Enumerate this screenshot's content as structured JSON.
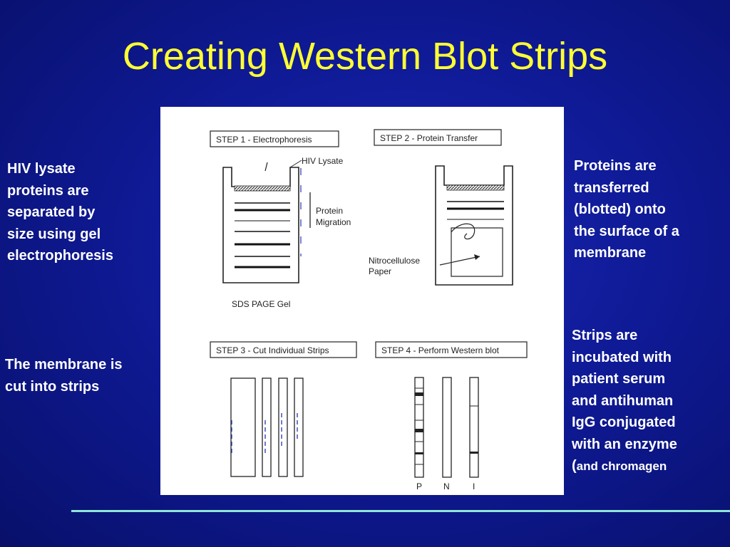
{
  "title": "Creating Western Blot Strips",
  "captions": {
    "left_top": "HIV lysate\nproteins are\nseparated by\nsize using gel\nelectrophoresis",
    "left_bottom": "The membrane is\ncut into strips",
    "right_top": "Proteins are\ntransferred\n(blotted) onto\nthe surface of a\nmembrane",
    "right_bottom_main": "Strips are\nincubated with\npatient serum\nand antihuman\nIgG conjugated\nwith an enzyme\n(",
    "right_bottom_small": "and chromagen"
  },
  "figure": {
    "step1": "STEP 1 - Electrophoresis",
    "step2": "STEP 2 - Protein Transfer",
    "step3": "STEP 3 - Cut Individual Strips",
    "step4": "STEP 4 - Perform Western blot",
    "hiv_lysate": "HIV Lysate",
    "protein_migration_1": "Protein",
    "protein_migration_2": "Migration",
    "nitro_1": "Nitrocellulose",
    "nitro_2": "Paper",
    "sds": "SDS PAGE Gel",
    "strip_p": "P",
    "strip_n": "N",
    "strip_i": "I"
  },
  "colors": {
    "background": "#0f1a96",
    "title": "#ffff33",
    "caption": "#ffffff",
    "rule": "#8fe6d8"
  }
}
